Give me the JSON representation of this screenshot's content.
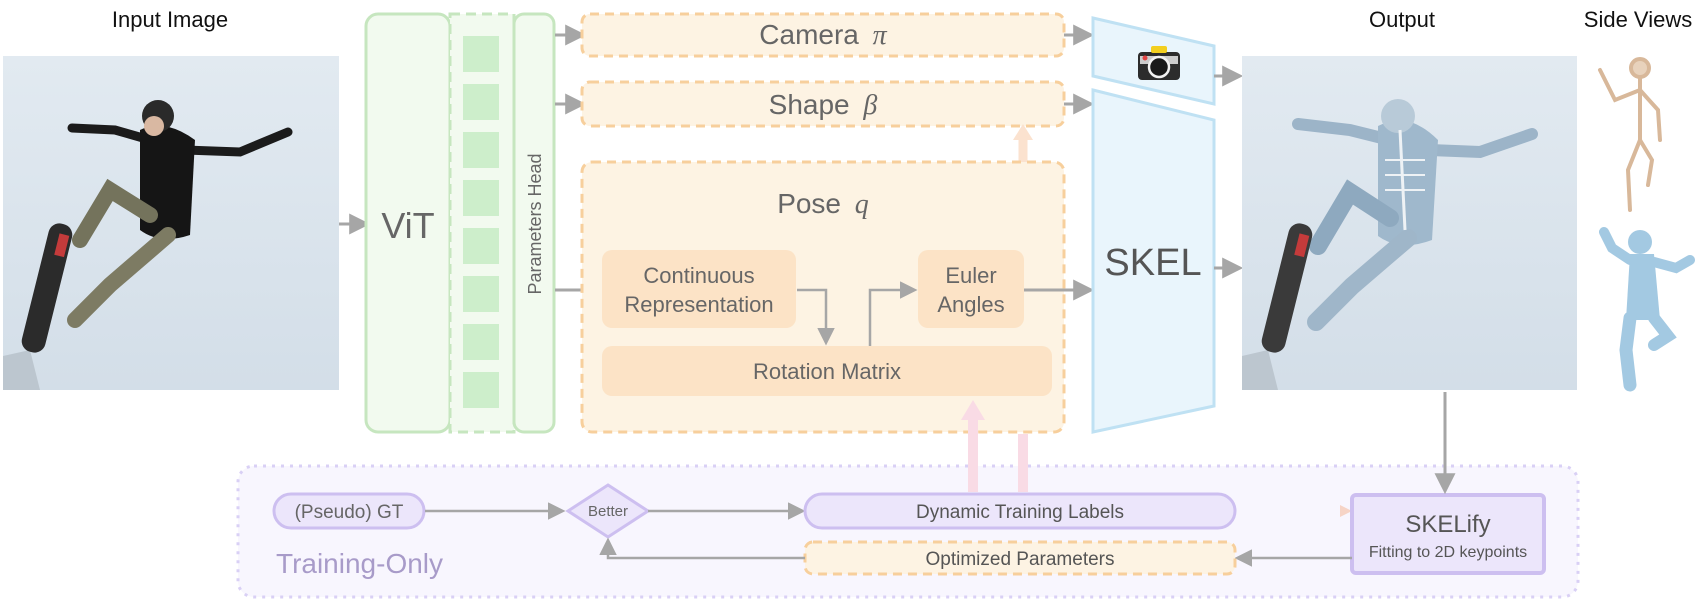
{
  "headers": {
    "input": "Input Image",
    "output": "Output",
    "side": "Side Views"
  },
  "vit": {
    "label": "ViT",
    "head": "Parameters Head"
  },
  "camera": {
    "label": "Camera",
    "symbol": "π"
  },
  "shape": {
    "label": "Shape",
    "symbol": "β"
  },
  "pose": {
    "label": "Pose",
    "symbol": "q",
    "continuous_line1": "Continuous",
    "continuous_line2": "Representation",
    "euler_line1": "Euler",
    "euler_line2": "Angles",
    "rotation": "Rotation Matrix"
  },
  "skel": {
    "label": "SKEL"
  },
  "training": {
    "region": "Training-Only",
    "pseudo_gt": "(Pseudo) GT",
    "better": "Better",
    "dynamic": "Dynamic Training Labels",
    "optimized": "Optimized Parameters",
    "skelify": "SKELify",
    "skelify_sub": "Fitting to 2D keypoints"
  },
  "icons": {
    "camera": "camera-icon",
    "input_photo": "skateboarder-photo",
    "output_photo": "mesh-overlay-photo",
    "skeleton_side": "skeleton-side-view",
    "mesh_side": "mesh-side-view"
  },
  "colors": {
    "vit_green": "#c6e6bf",
    "vit_fill": "#f2faef",
    "token_green": "#cdeecb",
    "orange_dash": "#f7cf9c",
    "orange_fill": "#fdf3e3",
    "orange_box": "#fce3c6",
    "skel_blue": "#bfe1f3",
    "skel_fill": "#e9f5fc",
    "purple_border": "#cdbff0",
    "purple_fill": "#ece6fb",
    "training_text": "#a89bc9",
    "arrow_gray": "#a6a6a6",
    "text_gray": "#666666"
  }
}
